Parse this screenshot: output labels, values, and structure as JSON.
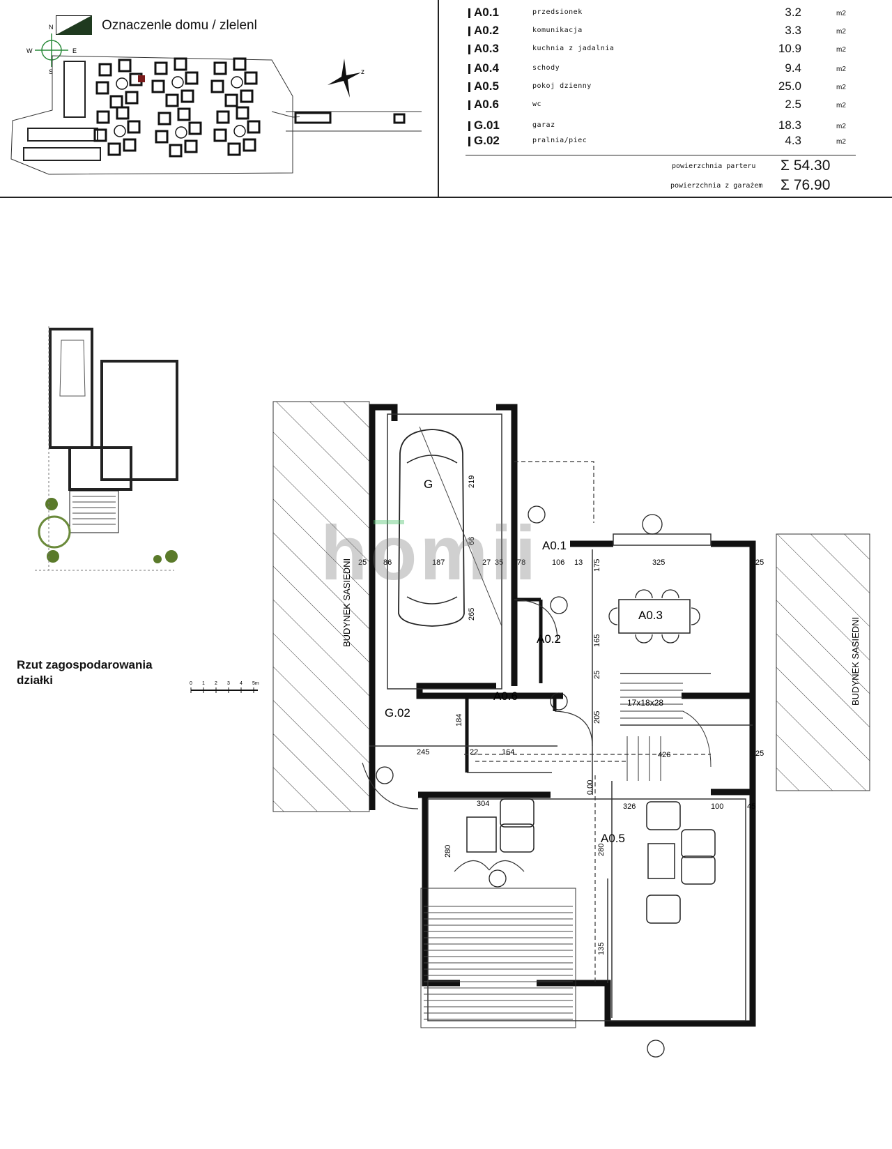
{
  "header": {
    "legend_title": "Oznaczenle domu / zlelenl",
    "compass": {
      "n": "N",
      "s": "S",
      "e": "E",
      "w": "W",
      "z": "z"
    }
  },
  "room_table": {
    "rows": [
      {
        "code": "A0.1",
        "name": "przedsionek",
        "area": "3.2",
        "unit": "m2"
      },
      {
        "code": "A0.2",
        "name": "komunikacja",
        "area": "3.3",
        "unit": "m2"
      },
      {
        "code": "A0.3",
        "name": "kuchnia z jadalnia",
        "area": "10.9",
        "unit": "m2"
      },
      {
        "code": "A0.4",
        "name": "schody",
        "area": "9.4",
        "unit": "m2"
      },
      {
        "code": "A0.5",
        "name": "pokoj dzienny",
        "area": "25.0",
        "unit": "m2"
      },
      {
        "code": "A0.6",
        "name": "wc",
        "area": "2.5",
        "unit": "m2"
      },
      {
        "code": "G.01",
        "name": "garaz",
        "area": "18.3",
        "unit": "m2"
      },
      {
        "code": "G.02",
        "name": "pralnia/piec",
        "area": "4.3",
        "unit": "m2"
      }
    ],
    "sum_ground_label": "powierzchnia parteru",
    "sum_ground_value": "Σ 54.30",
    "sum_total_label": "powierzchnia z garażem",
    "sum_total_value": "Σ 76.90"
  },
  "site_plan": {
    "caption_line1": "Rzut zagospodarowania",
    "caption_line2": "działki",
    "scale_ticks": [
      "0",
      "1",
      "2",
      "3",
      "4",
      "5m"
    ]
  },
  "floor_plan": {
    "neighbor_left": "BUDYNEK SASIEDNI",
    "neighbor_right": "BUDYNEK SASIEDNI",
    "rooms": {
      "garage": "G",
      "entry": "A0.1",
      "hall": "A0.2",
      "kitchen": "A0.3",
      "wc": "A0.6",
      "boiler": "G.02",
      "living": "A0.5",
      "stairs": "17x18x28"
    },
    "dims": {
      "d25a": "25",
      "d86": "86",
      "d187": "187",
      "d27": "27",
      "d35": "35",
      "d78": "78",
      "d106": "106",
      "d13": "13",
      "d175": "175",
      "d325": "325",
      "d25b": "25",
      "d219": "219",
      "d66": "66",
      "d265": "265",
      "d165": "165",
      "d25c": "25",
      "d205": "205",
      "d184": "184",
      "d245": "245",
      "d22": "22",
      "d164": "164",
      "d426": "426",
      "d25d": "25",
      "d304": "304",
      "d326": "326",
      "d100": "100",
      "d280a": "280",
      "d280b": "280",
      "d135": "135",
      "d45": "45",
      "d000": "0.00"
    }
  },
  "watermark": "homii"
}
